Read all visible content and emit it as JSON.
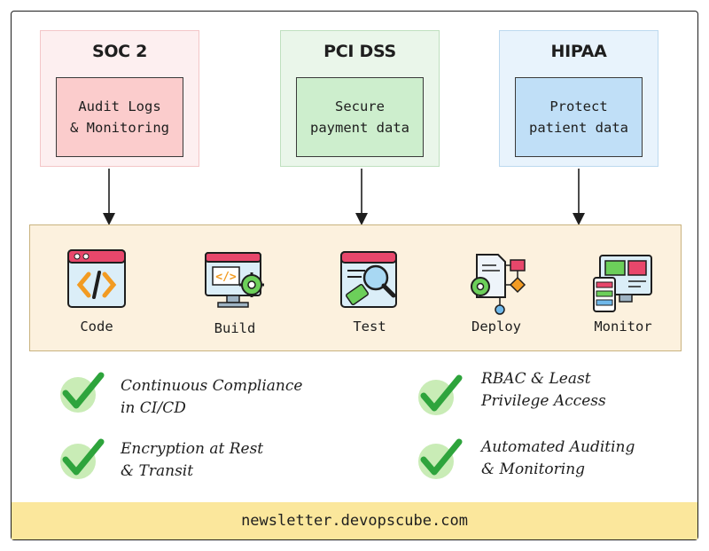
{
  "standards": [
    {
      "title": "SOC 2",
      "detail": "Audit Logs\n& Monitoring"
    },
    {
      "title": "PCI DSS",
      "detail": "Secure\npayment data"
    },
    {
      "title": "HIPAA",
      "detail": "Protect\npatient data"
    }
  ],
  "stages": [
    {
      "label": "Code",
      "icon": "code-window-icon"
    },
    {
      "label": "Build",
      "icon": "build-monitor-gear-icon"
    },
    {
      "label": "Test",
      "icon": "test-magnifier-icon"
    },
    {
      "label": "Deploy",
      "icon": "deploy-flowchart-icon"
    },
    {
      "label": "Monitor",
      "icon": "monitor-dashboard-icon"
    }
  ],
  "features": [
    {
      "text": "Continuous Compliance\nin CI/CD",
      "icon": "checkmark-icon"
    },
    {
      "text": "RBAC & Least\nPrivilege Access",
      "icon": "checkmark-icon"
    },
    {
      "text": "Encryption at Rest\n& Transit",
      "icon": "checkmark-icon"
    },
    {
      "text": "Automated Auditing\n& Monitoring",
      "icon": "checkmark-icon"
    }
  ],
  "footer": "newsletter.devopscube.com",
  "colors": {
    "soc2_box": "#fdeff0",
    "soc2_inner": "#fbcccc",
    "pci_box": "#eaf6ea",
    "pci_inner": "#cdeecd",
    "hipaa_box": "#e8f3fc",
    "hipaa_inner": "#c0dff7",
    "pipeline": "#fcf1de",
    "footer": "#fbe79c",
    "check": "#2ea43c"
  }
}
